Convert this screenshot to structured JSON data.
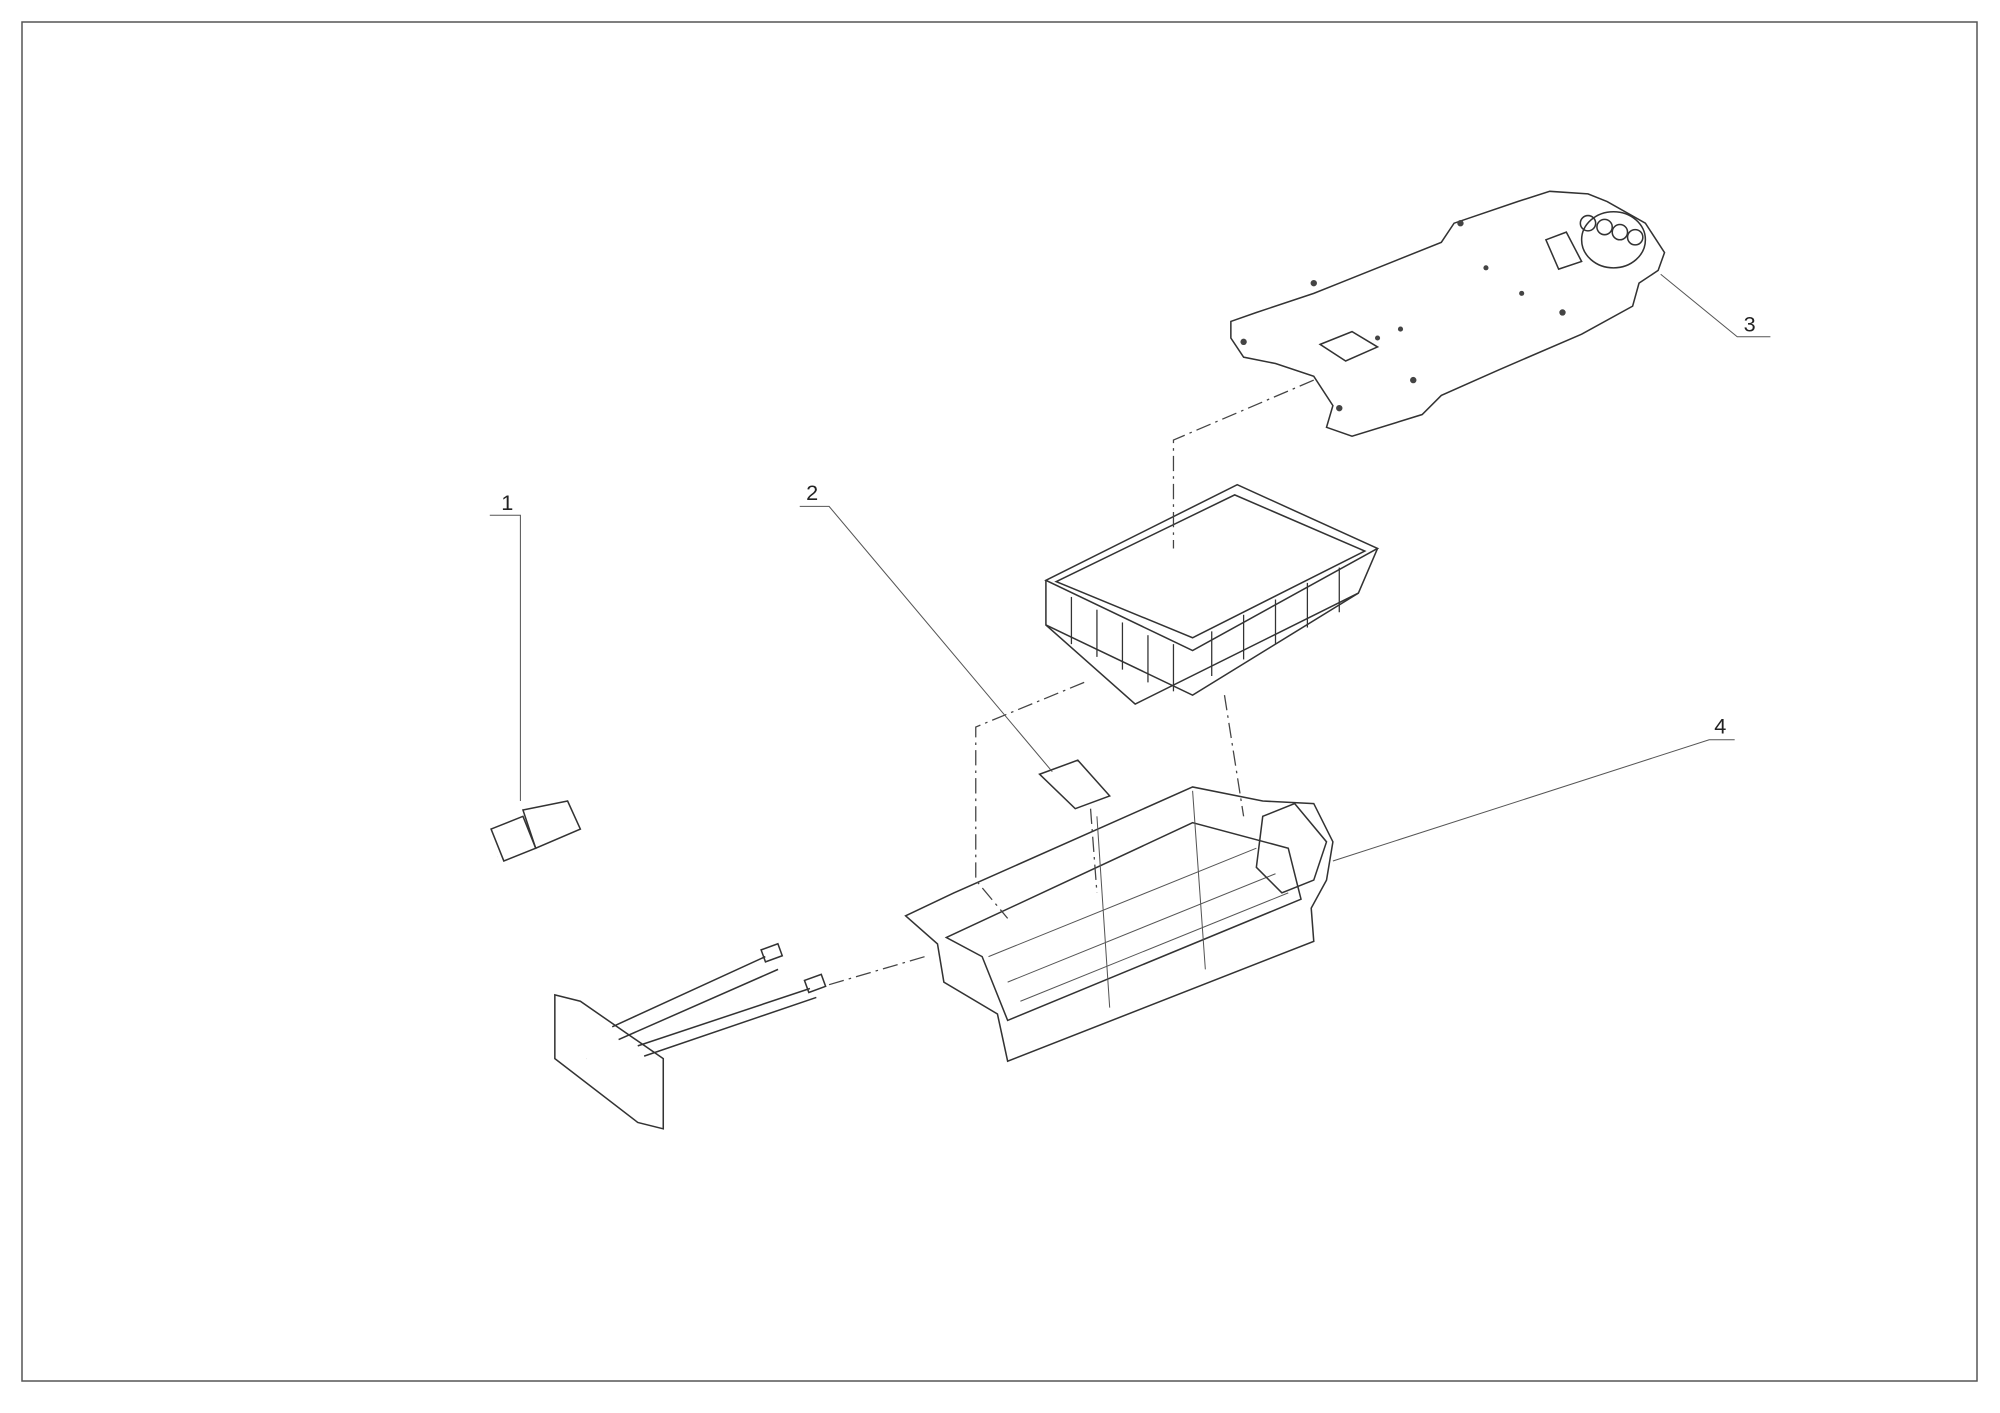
{
  "diagram": {
    "type": "exploded-parts-view",
    "callouts": [
      {
        "id": "1",
        "part": "power-cable-and-connector"
      },
      {
        "id": "2",
        "part": "small-pad"
      },
      {
        "id": "3",
        "part": "top-plate"
      },
      {
        "id": "4",
        "part": "lower-housing"
      }
    ]
  }
}
